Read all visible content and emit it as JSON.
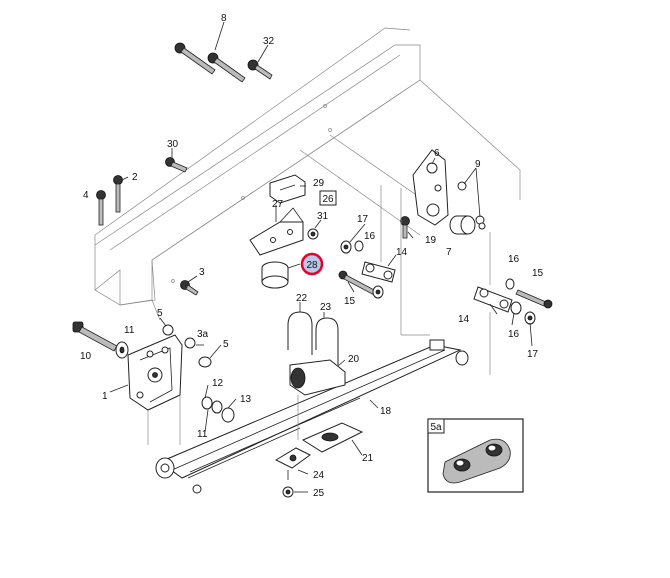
{
  "callouts": {
    "c8": "8",
    "c32": "32",
    "c30": "30",
    "c4": "4",
    "c2": "2",
    "c29": "29",
    "c26": "26",
    "c27": "27",
    "c31": "31",
    "c28": "28",
    "c6": "6",
    "c9": "9",
    "c17a": "17",
    "c16a": "16",
    "c19": "19",
    "c14a": "14",
    "c7": "7",
    "c3": "3",
    "c22": "22",
    "c23": "23",
    "c15a": "15",
    "c16b": "16",
    "c15b": "15",
    "c14b": "14",
    "c16c": "16",
    "c17b": "17",
    "c5a": "5",
    "c11a": "11",
    "c3a": "3a",
    "c5b": "5",
    "c10": "10",
    "c1": "1",
    "c12": "12",
    "c13": "13",
    "c11b": "11",
    "c20": "20",
    "c18": "18",
    "c24": "24",
    "c25": "25",
    "c21": "21"
  },
  "inset_label": "5a",
  "highlight": {
    "number": "28",
    "color": "#e8002a"
  }
}
